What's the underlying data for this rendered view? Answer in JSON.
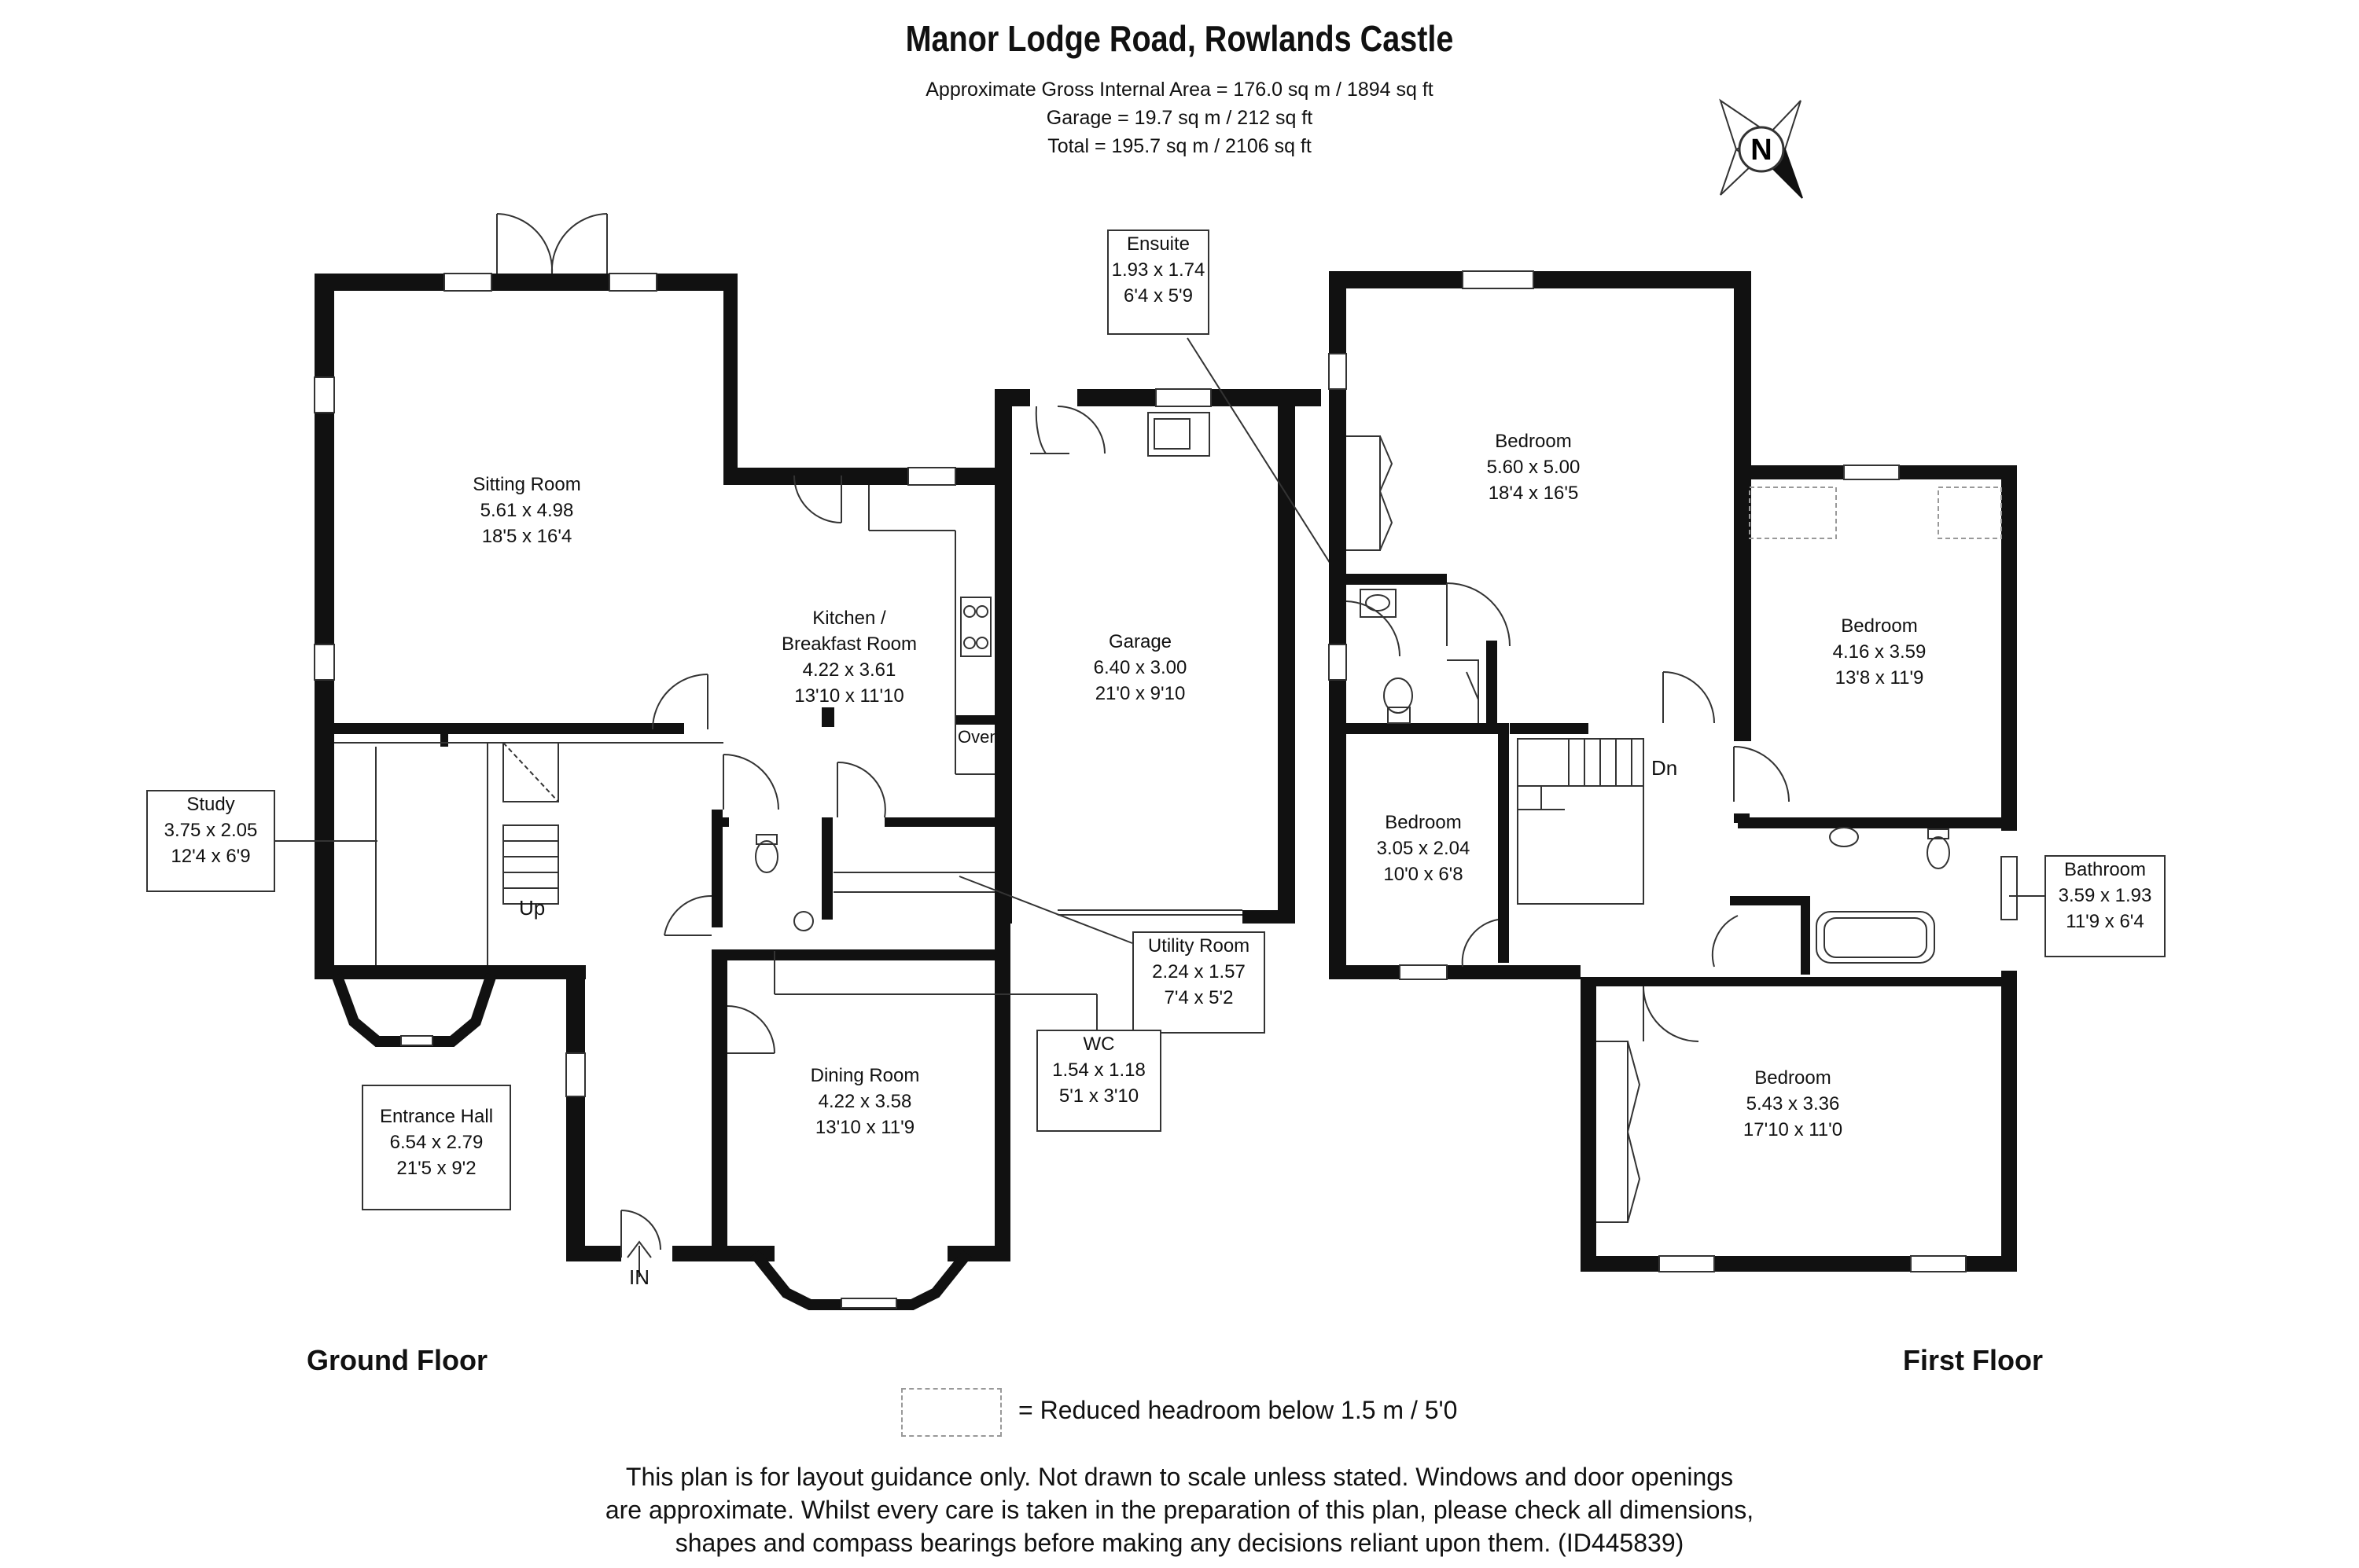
{
  "title": "Manor Lodge Road, Rowlands Castle",
  "area_lines": [
    "Approximate Gross Internal Area = 176.0 sq m /  1894 sq ft",
    "Garage = 19.7 sq m /  212 sq ft",
    "Total =  195.7 sq m /  2106 sq ft"
  ],
  "compass": {
    "label": "N"
  },
  "floors": {
    "ground": "Ground Floor",
    "first": "First Floor"
  },
  "rooms": {
    "sitting_room": {
      "name": "Sitting Room",
      "metric": "5.61 x 4.98",
      "imperial": "18'5 x 16'4"
    },
    "kitchen": {
      "name": "Kitchen /",
      "name2": "Breakfast Room",
      "metric": "4.22 x 3.61",
      "imperial": "13'10 x 11'10"
    },
    "garage": {
      "name": "Garage",
      "metric": "6.40 x 3.00",
      "imperial": "21'0 x 9'10"
    },
    "dining_room": {
      "name": "Dining Room",
      "metric": "4.22 x 3.58",
      "imperial": "13'10 x 11'9"
    },
    "bedroom1": {
      "name": "Bedroom",
      "metric": "5.60 x 5.00",
      "imperial": "18'4 x 16'5"
    },
    "bedroom2": {
      "name": "Bedroom",
      "metric": "4.16 x 3.59",
      "imperial": "13'8 x 11'9"
    },
    "bedroom3": {
      "name": "Bedroom",
      "metric": "3.05 x 2.04",
      "imperial": "10'0 x 6'8"
    },
    "bedroom4": {
      "name": "Bedroom",
      "metric": "5.43 x 3.36",
      "imperial": "17'10 x 11'0"
    }
  },
  "callouts": {
    "ensuite": {
      "name": "Ensuite",
      "metric": "1.93 x 1.74",
      "imperial": "6'4 x 5'9"
    },
    "study": {
      "name": "Study",
      "metric": "3.75 x 2.05",
      "imperial": "12'4 x 6'9"
    },
    "entrance_hall": {
      "name": "Entrance Hall",
      "metric": "6.54 x 2.79",
      "imperial": "21'5 x 9'2"
    },
    "utility_room": {
      "name": "Utility Room",
      "metric": "2.24 x 1.57",
      "imperial": "7'4 x 5'2"
    },
    "wc": {
      "name": "WC",
      "metric": "1.54 x 1.18",
      "imperial": "5'1 x 3'10"
    },
    "bathroom": {
      "name": "Bathroom",
      "metric": "3.59 x 1.93",
      "imperial": "11'9 x 6'4"
    }
  },
  "labels": {
    "oven": "Oven",
    "up": "Up",
    "dn": "Dn",
    "in": "IN"
  },
  "legend": {
    "text": "=  Reduced headroom below 1.5 m / 5'0"
  },
  "disclaimer": [
    "This plan is for layout guidance only. Not drawn to scale unless stated. Windows and door openings",
    "are approximate. Whilst every care is taken in the preparation of this plan, please check all dimensions,",
    "shapes and compass bearings before making any decisions reliant upon them. (ID445839)"
  ],
  "colors": {
    "wall": "#111111",
    "line": "#333333",
    "background": "#ffffff"
  }
}
